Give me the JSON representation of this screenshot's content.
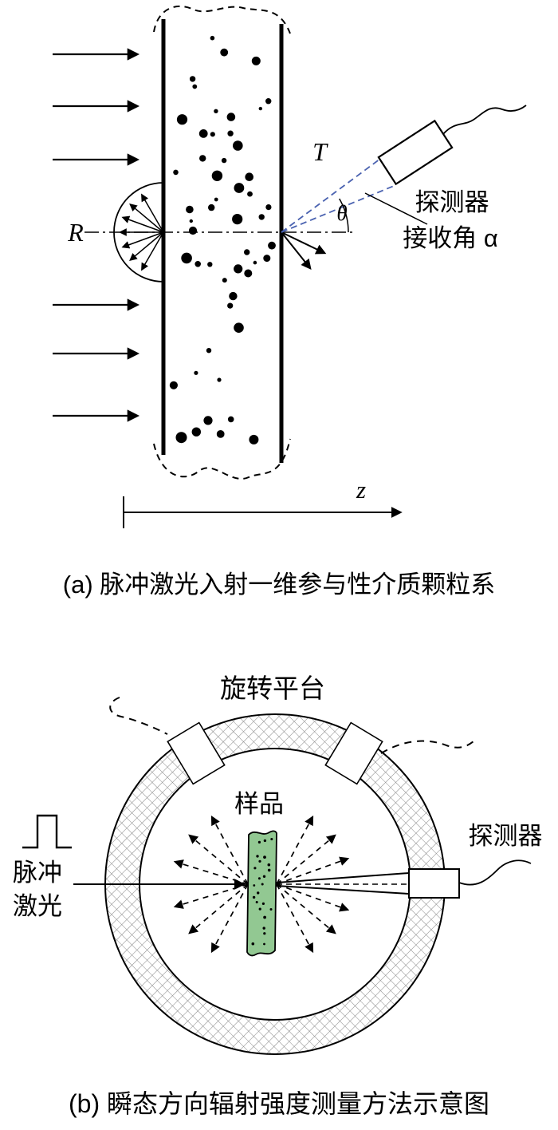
{
  "colors": {
    "ink": "#000000",
    "cone_dashed_blue": "#4a62b0",
    "sample_green": "#92c892",
    "hatch_gray": "#8a8a8a"
  },
  "figure_a": {
    "reflection_label": "R",
    "transmission_label": "T",
    "angle_label": "θ",
    "detector_label_line1": "探测器",
    "detector_label_line2": "接收角 α",
    "axis_label": "z",
    "caption": "(a) 脉冲激光入射一维参与性介质颗粒系"
  },
  "figure_b": {
    "platform_label": "旋转平台",
    "sample_label": "样品",
    "detector_label": "探测器",
    "laser_label_line1": "脉冲",
    "laser_label_line2": "激光",
    "caption": "(b) 瞬态方向辐射强度测量方法示意图"
  }
}
